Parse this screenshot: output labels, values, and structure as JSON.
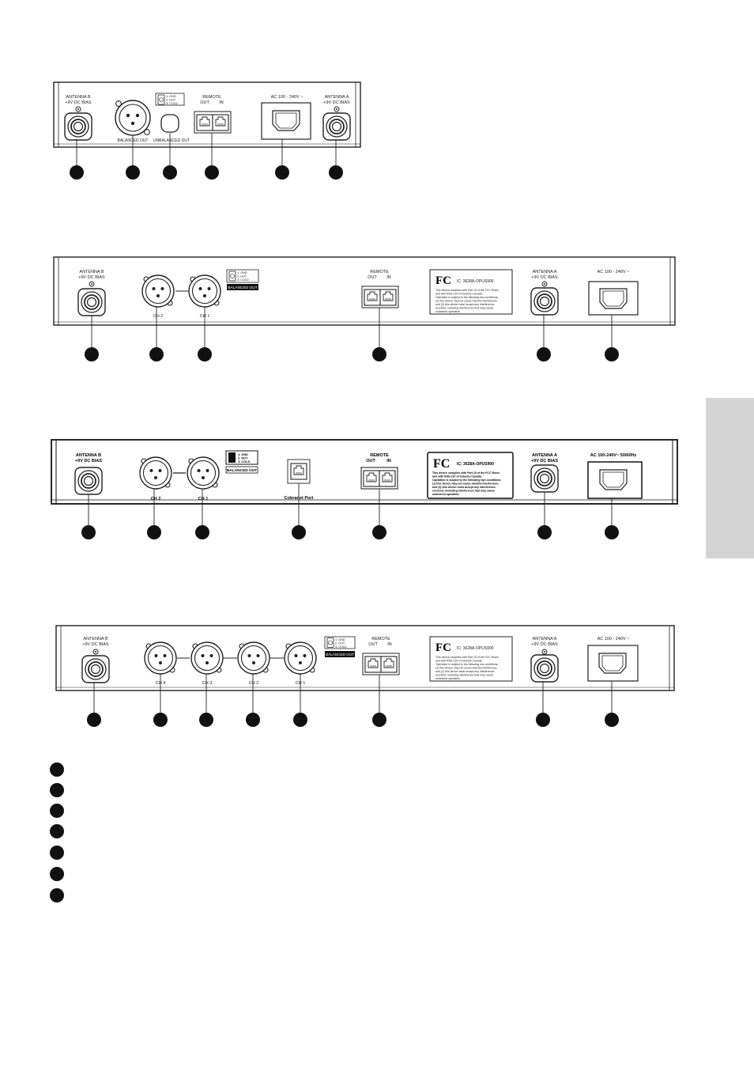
{
  "panel1": {
    "antenna_b_l1": "ANTENNA B",
    "antenna_b_l2": "+9V DC BIAS",
    "pin1": "1: GND",
    "pin2": "2: HOT",
    "pin3": "3: COLD",
    "balanced_out": "BALANCED OUT",
    "unbalanced_out": "UNBALANCED OUT",
    "remote": "REMOTE",
    "remote_out": "OUT",
    "remote_in": "IN",
    "ac": "AC 100 - 240V ~",
    "antenna_a_l1": "ANTENNA A",
    "antenna_a_l2": "+9V DC BIAS"
  },
  "panel2": {
    "antenna_b_l1": "ANTENNA B",
    "antenna_b_l2": "+9V DC BIAS",
    "pin1": "1: GND",
    "pin2": "2: HOT",
    "pin3": "3: COLD",
    "balanced_out": "BALANCED OUT",
    "ch2": "CH 2",
    "ch1": "CH 1",
    "remote": "REMOTE",
    "remote_out": "OUT",
    "remote_in": "IN",
    "fcc_ic": "IC: 3628A-OPUS900",
    "fcc_lines": [
      "This device complies with Part 15 of the FCC Rules",
      "and with RSS-210 of Industry Canada.",
      "Operation is subject to the following two conditions:",
      "(1) this device may not cause harmful interference,",
      "and (2) this device must accept any interference",
      "received, including interference that may cause",
      "undesired operation."
    ],
    "antenna_a_l1": "ANTENNA A",
    "antenna_a_l2": "+9V DC BIAS",
    "ac": "AC 100 - 240V ~"
  },
  "panel3": {
    "antenna_b_l1": "ANTENNA B",
    "antenna_b_l2": "+9V DC BIAS",
    "pin1": "1: GND",
    "pin2": "2: HOT",
    "pin3": "3: COLD",
    "balanced_out": "BALANCED OUT",
    "ch2": "CH 2",
    "ch1": "CH 1",
    "cobranet": "Cobranet Port",
    "remote": "REMOTE",
    "remote_out": "OUT",
    "remote_in": "IN",
    "fcc_ic": "IC: 3628A-OPUS900",
    "fcc_lines": [
      "This device complies with Part 15 of the FCC Rules",
      "and with RSS-210 of Industry Canada.",
      "Operation is subject to the following two conditions:",
      "(1) this device may not cause harmful interference,",
      "and (2) this device must accept any interference",
      "received, including interference that may cause",
      "undesired operation."
    ],
    "antenna_a_l1": "ANTENNA A",
    "antenna_a_l2": "+9V DC BIAS",
    "ac": "AC 100-240V~  50/60Hz"
  },
  "panel4": {
    "antenna_b_l1": "ANTENNA B",
    "antenna_b_l2": "+9V DC BIAS",
    "ch4": "CH 4",
    "ch3": "CH 3",
    "ch2": "CH 2",
    "ch1": "CH 1",
    "pin1": "1: GND",
    "pin2": "2: HOT",
    "pin3": "3: COLD",
    "balanced_out": "BALANCED OUT",
    "remote": "REMOTE",
    "remote_out": "OUT",
    "remote_in": "IN",
    "fcc_ic": "IC: 3628A-OPUS900",
    "fcc_lines": [
      "This device complies with Part 15 of the FCC Rules",
      "and with RSS-210 of Industry Canada.",
      "Operation is subject to the following two conditions:",
      "(1) this device may not cause harmful interference,",
      "and (2) this device must accept any interference",
      "received, including interference that may cause",
      "undesired operation."
    ],
    "antenna_a_l1": "ANTENNA A",
    "antenna_a_l2": "+9V DC BIAS",
    "ac": "AC 100 - 240V ~"
  }
}
